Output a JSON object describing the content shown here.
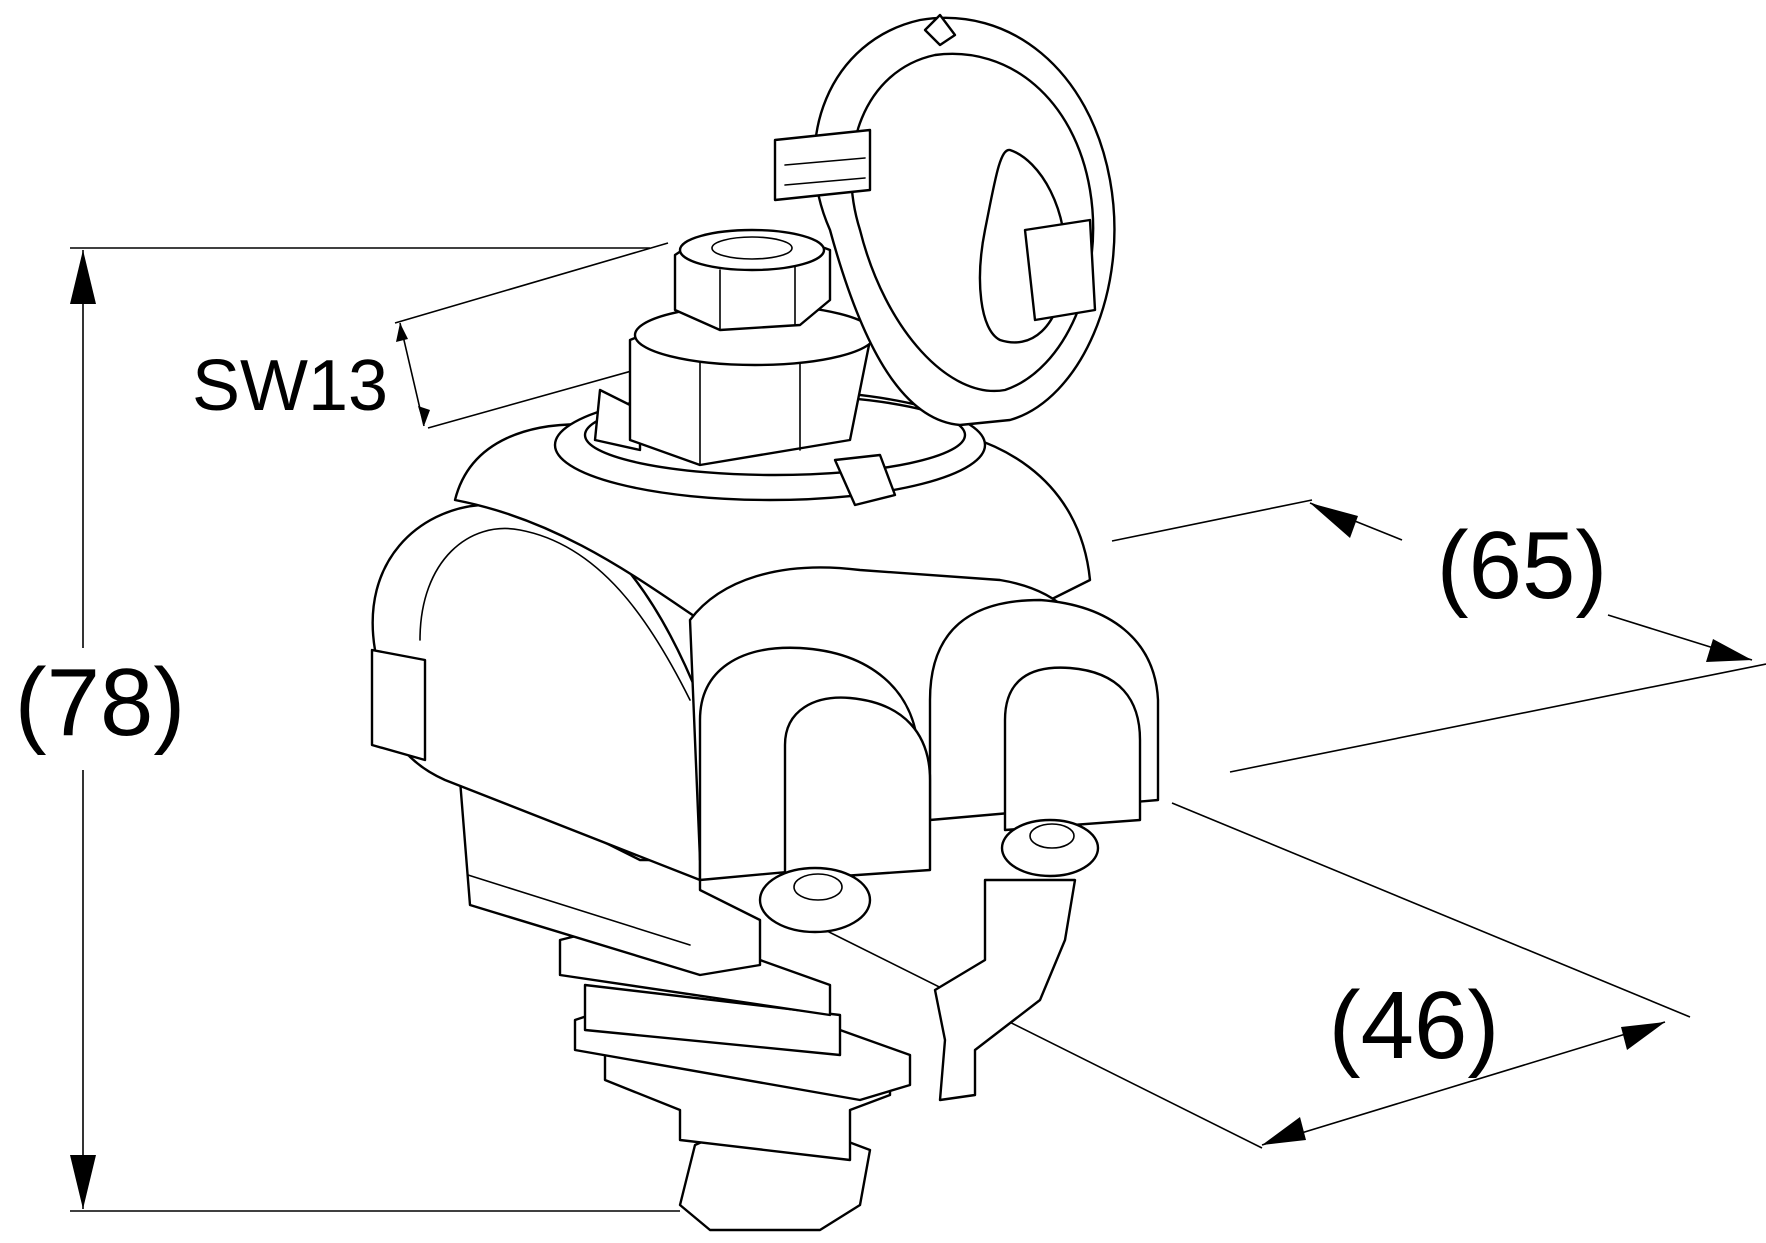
{
  "dimensions": {
    "height_label": "(78)",
    "depth_label": "(65)",
    "width_label": "(46)",
    "wrench_size_label": "SW13"
  },
  "colors": {
    "line": "#000000",
    "background": "#ffffff"
  }
}
